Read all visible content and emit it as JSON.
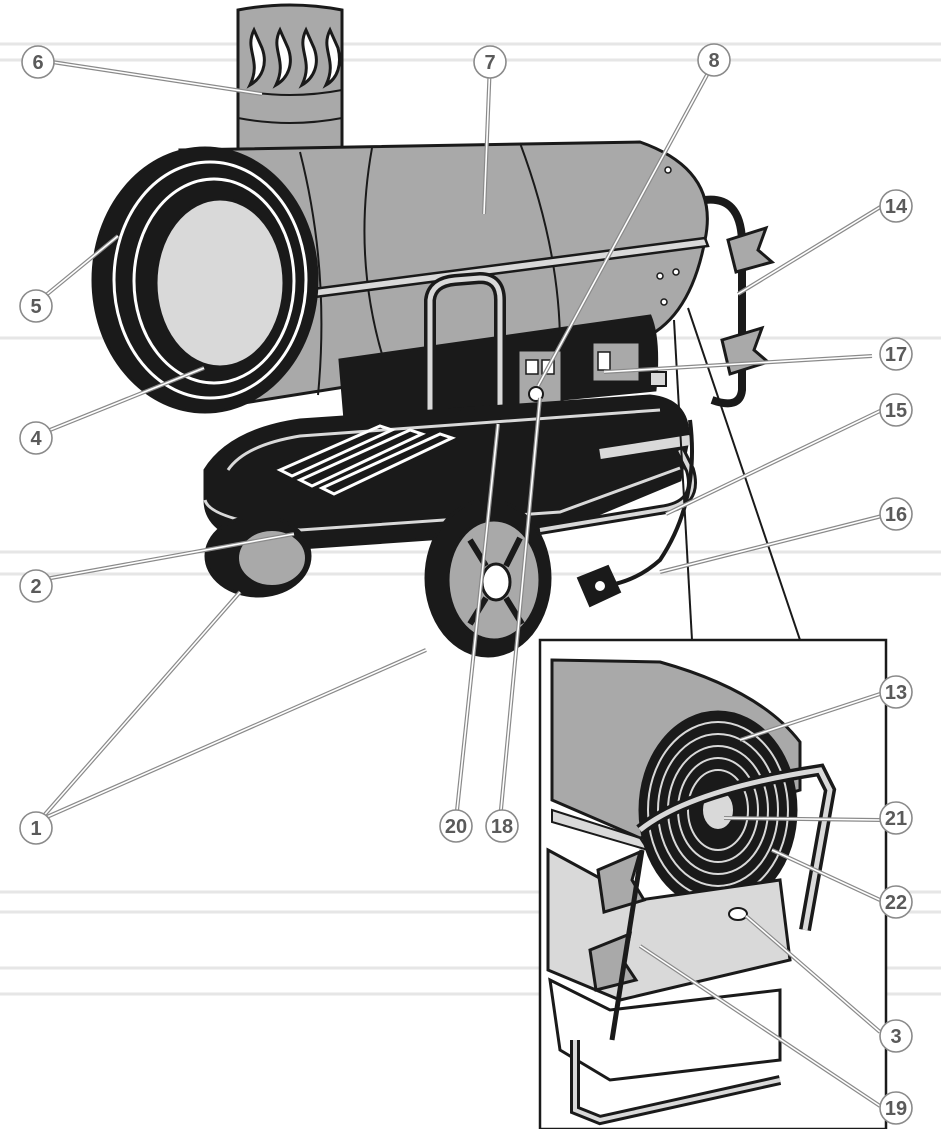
{
  "callouts": {
    "c1": "1",
    "c2": "2",
    "c3": "3",
    "c4": "4",
    "c5": "5",
    "c6": "6",
    "c7": "7",
    "c8": "8",
    "c13": "13",
    "c14": "14",
    "c15": "15",
    "c16": "16",
    "c17": "17",
    "c18": "18",
    "c19": "19",
    "c20": "20",
    "c21": "21",
    "c22": "22"
  },
  "colors": {
    "body_gray": "#a9a9a9",
    "dark": "#1a1a1a",
    "light_gray": "#d9d9d9",
    "callout_stroke": "#8a8a8a"
  }
}
